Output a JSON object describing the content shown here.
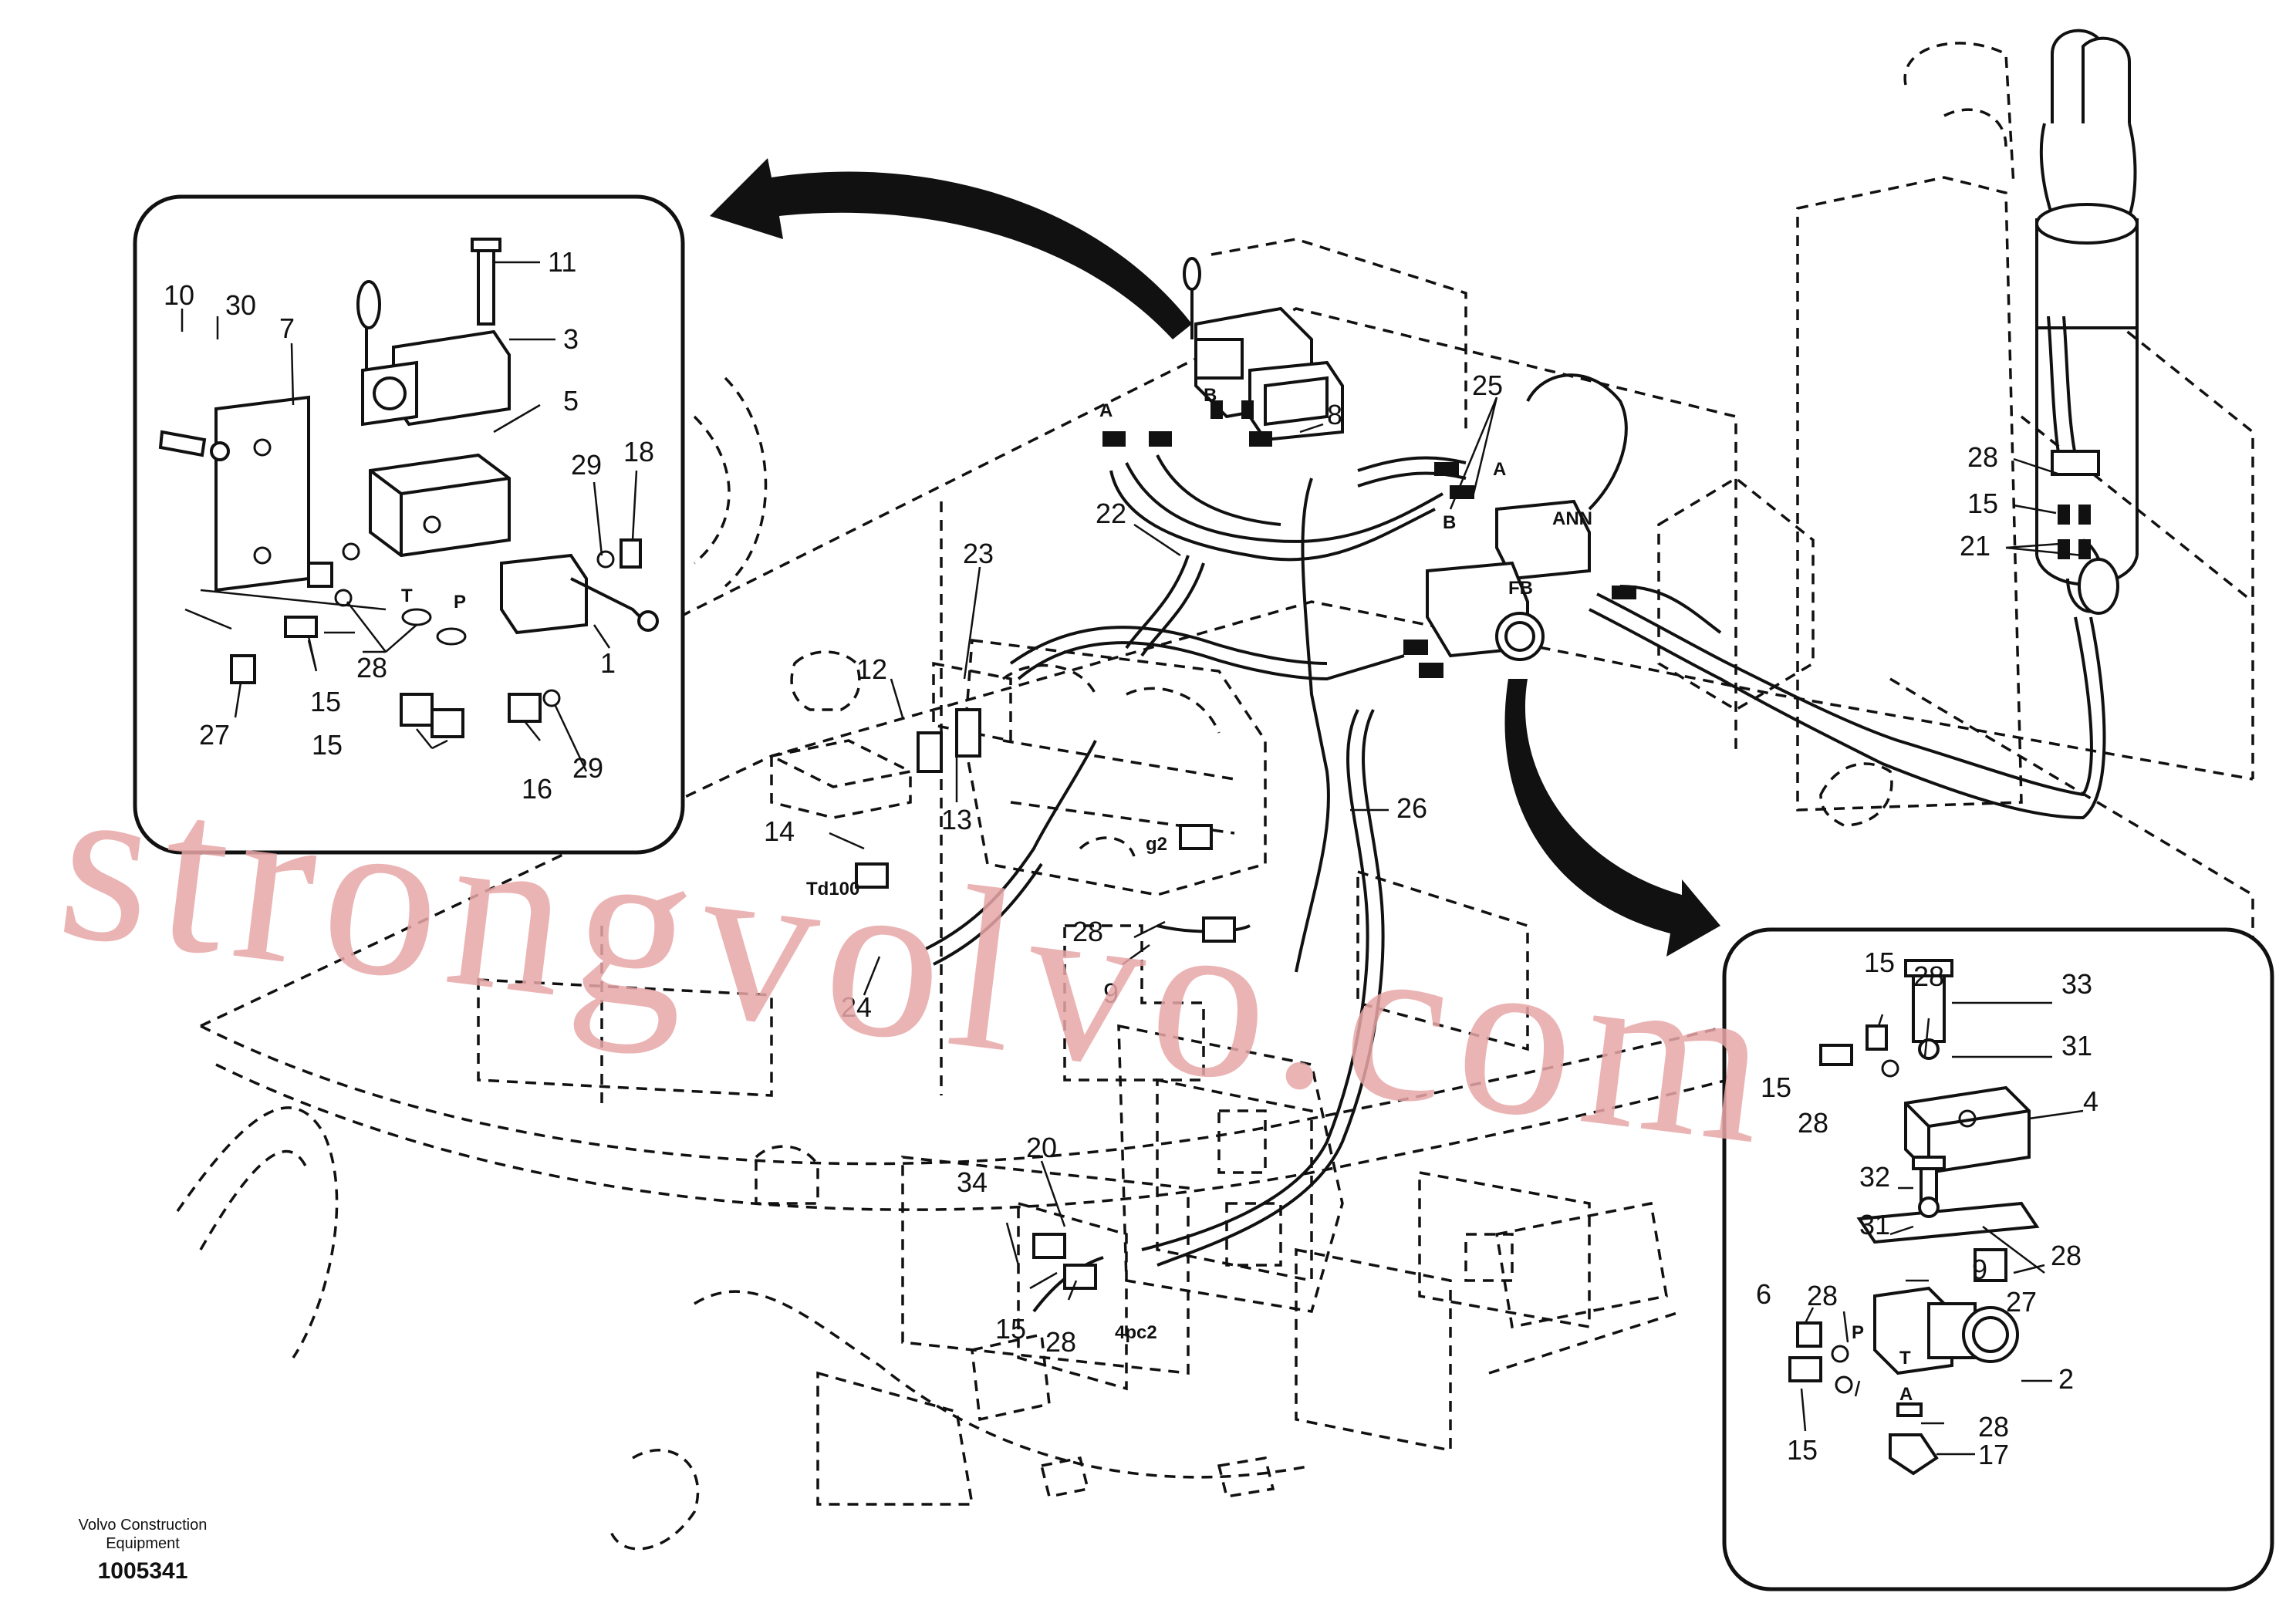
{
  "watermark": "strongvolvo.com",
  "footer": {
    "company_line1": "Volvo Construction",
    "company_line2": "Equipment",
    "doc_number": "1005341"
  },
  "left_inset_labels": [
    "10",
    "30",
    "7",
    "11",
    "3",
    "5",
    "29",
    "18",
    "15",
    "28",
    "1",
    "27",
    "15",
    "16",
    "29"
  ],
  "right_inset_labels": [
    "15",
    "28",
    "33",
    "31",
    "15",
    "28",
    "4",
    "32",
    "31",
    "28",
    "27",
    "9",
    "6",
    "28",
    "2",
    "28",
    "15",
    "17"
  ],
  "main_labels": [
    "25",
    "8",
    "22",
    "23",
    "28",
    "15",
    "21",
    "12",
    "13",
    "26",
    "14",
    "28",
    "9",
    "24",
    "20",
    "34",
    "15",
    "28"
  ],
  "port_labels": [
    "A",
    "B",
    "B",
    "A",
    "ANN",
    "FB",
    "T",
    "P",
    "P",
    "T",
    "A",
    "Td100",
    "g2",
    "4pc2"
  ],
  "colors": {
    "line": "#111111",
    "watermark": "#e8a7a7",
    "background": "#ffffff"
  }
}
